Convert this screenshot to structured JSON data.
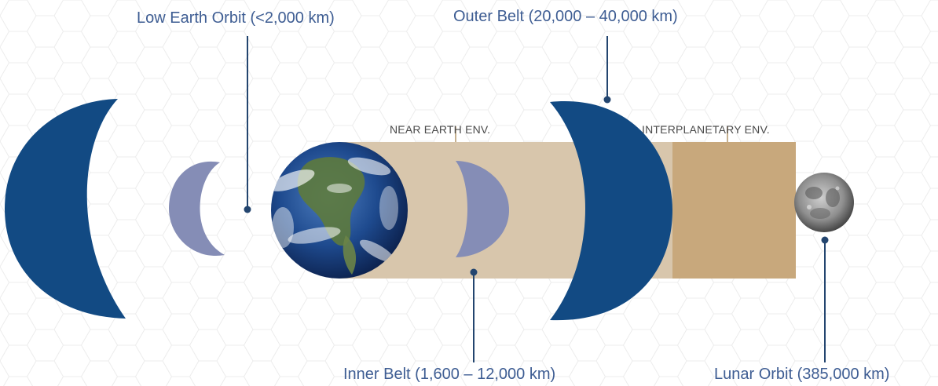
{
  "labels": {
    "low_earth_orbit": "Low Earth Orbit (<2,000 km)",
    "outer_belt": "Outer Belt (20,000 – 40,000 km)",
    "inner_belt": "Inner Belt (1,600 – 12,000 km)",
    "lunar_orbit": "Lunar Orbit (385,000 km)"
  },
  "environments": {
    "near_earth": "NEAR EARTH ENV.",
    "interplanetary": "INTERPLANETARY ENV."
  },
  "colors": {
    "belt_dark": "#124a83",
    "belt_light": "#858db6",
    "near_earth_band": "#d8c6ac",
    "interplanetary_band": "#c8a87c",
    "label_text": "#3e5d93",
    "leader_line": "#23456f",
    "hex_pattern": "#ececec"
  },
  "icons": [
    "earth-icon",
    "moon-icon"
  ]
}
